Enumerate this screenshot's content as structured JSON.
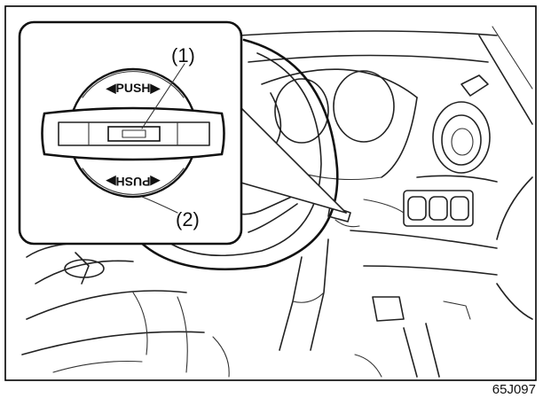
{
  "figure": {
    "code": "65J097",
    "inset": {
      "label_switch": "(1)",
      "label_cover": "(2)",
      "push_top": "◀PUSH▶",
      "push_bottom": "◀PUSH▶"
    }
  },
  "colors": {
    "line": "#222222",
    "inset_bg": "#ffffff",
    "frame": "#000000"
  }
}
